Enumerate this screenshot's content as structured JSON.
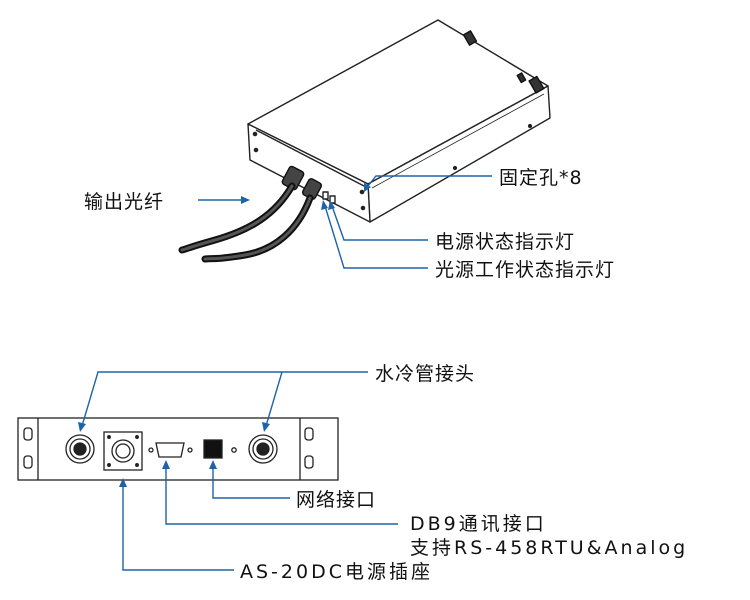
{
  "labels": {
    "output_fiber": "输出光纤",
    "mounting_holes": "固定孔*8",
    "power_status_led": "电源状态指示灯",
    "source_status_led": "光源工作状态指示灯",
    "water_cooling_connector": "水冷管接头",
    "network_port": "网络接口",
    "db9_port": "DB9通讯接口",
    "db9_support": "支持RS-458RTU&Analog",
    "power_socket": "AS-20DC电源插座"
  },
  "colors": {
    "leader": "#1d63a8",
    "outline": "#222222"
  }
}
